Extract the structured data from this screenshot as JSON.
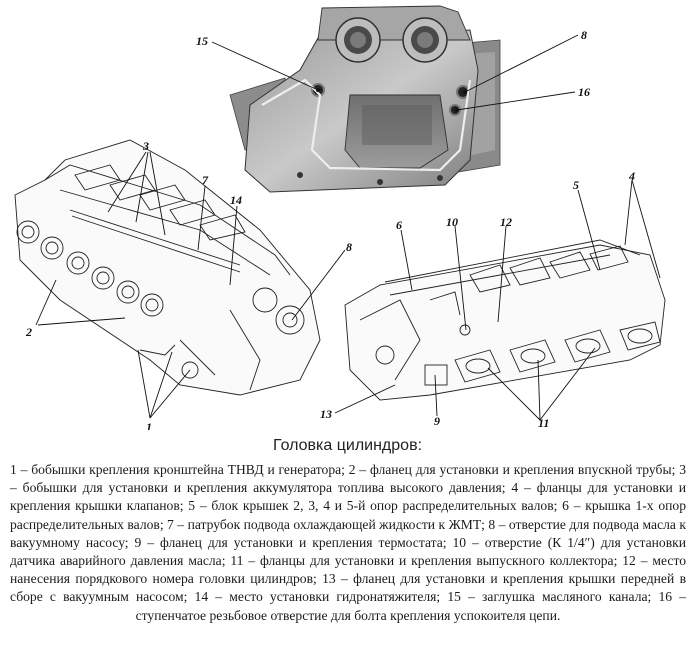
{
  "figure": {
    "callouts": [
      {
        "id": "c15",
        "label": "15"
      },
      {
        "id": "c8a",
        "label": "8"
      },
      {
        "id": "c16",
        "label": "16"
      },
      {
        "id": "c3",
        "label": "3"
      },
      {
        "id": "c7",
        "label": "7"
      },
      {
        "id": "c14",
        "label": "14"
      },
      {
        "id": "c8b",
        "label": "8"
      },
      {
        "id": "c2",
        "label": "2"
      },
      {
        "id": "c1",
        "label": "1"
      },
      {
        "id": "c5",
        "label": "5"
      },
      {
        "id": "c4",
        "label": "4"
      },
      {
        "id": "c6",
        "label": "6"
      },
      {
        "id": "c10",
        "label": "10"
      },
      {
        "id": "c12",
        "label": "12"
      },
      {
        "id": "c13",
        "label": "13"
      },
      {
        "id": "c9",
        "label": "9"
      },
      {
        "id": "c11",
        "label": "11"
      }
    ]
  },
  "caption": {
    "title": "Головка цилиндров:",
    "body": "1 – бобышки крепления кронштейна ТНВД и генератора; 2 – фланец для установки и крепления впускной трубы; 3 – бобышки для установки и крепления аккумулятора топлива высокого давления; 4 – фланцы для установки и крепления крышки клапанов; 5 – блок крышек 2, 3, 4 и 5-й опор распределительных валов; 6 – крышка 1-х опор распределительных валов; 7 – патрубок подвода охлаждающей жидкости к ЖМТ; 8 – отверстие для подвода масла к вакуумному насосу; 9 – фланец для установки и крепления термостата; 10 – отверстие (К 1/4″) для установки датчика аварийного давления масла; 11 – фланцы для установки и крепления выпускного коллектора; 12 – место нанесения порядкового номера головки цилиндров; 13 – фланец для установки и крепления крышки передней в сборе с вакуумным насосом; 14 – место установки гидронатяжителя; 15 – заглушка масляного канала; 16 – ступенчатое резьбовое отверстие для болта крепления успокоителя цепи."
  }
}
